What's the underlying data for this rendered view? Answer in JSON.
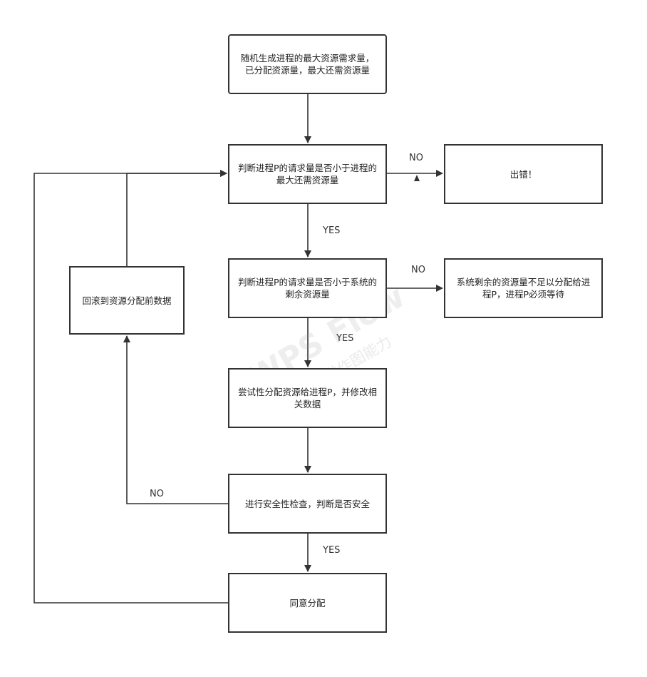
{
  "colors": {
    "stroke": "#333333",
    "text": "#222222"
  },
  "nodes": {
    "generate": "随机生成进程的最大资源需求量，已分配资源量，最大还需资源量",
    "check_max": "判断进程P的请求量是否小于进程的最大还需资源量",
    "error": "出错！",
    "check_system": "判断进程P的请求量是否小于系统的剩余资源量",
    "wait": "系统剩余的资源量不足以分配给进程P，进程P必须等待",
    "try_allocate": "尝试性分配资源给进程P，并修改相关数据",
    "rollback": "回滚到资源分配前数据",
    "safety_check": "进行安全性检查，判断是否安全",
    "agree": "同意分配"
  },
  "edge_labels": {
    "check_max_no": "NO",
    "check_max_yes": "YES",
    "check_system_no": "NO",
    "check_system_yes": "YES",
    "safety_no": "NO",
    "safety_yes": "YES"
  },
  "watermark": {
    "brand": "WPS Flow",
    "sub": "WPS仅提供作图能力"
  }
}
